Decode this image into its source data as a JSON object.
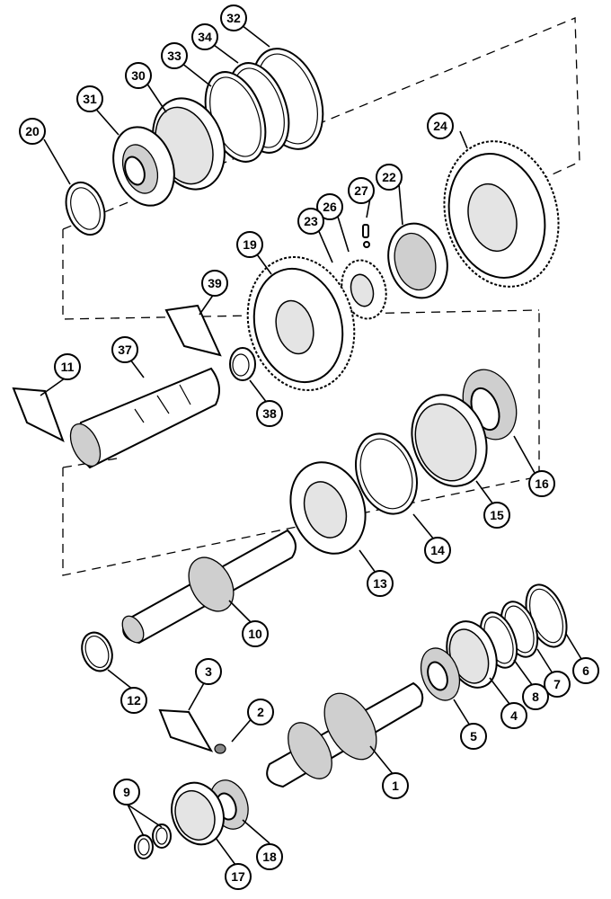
{
  "diagram": {
    "callouts": [
      {
        "id": "1",
        "label": "1"
      },
      {
        "id": "2",
        "label": "2"
      },
      {
        "id": "3",
        "label": "3"
      },
      {
        "id": "4",
        "label": "4"
      },
      {
        "id": "5",
        "label": "5"
      },
      {
        "id": "6",
        "label": "6"
      },
      {
        "id": "7",
        "label": "7"
      },
      {
        "id": "8",
        "label": "8"
      },
      {
        "id": "9",
        "label": "9"
      },
      {
        "id": "10",
        "label": "10"
      },
      {
        "id": "11",
        "label": "11"
      },
      {
        "id": "12",
        "label": "12"
      },
      {
        "id": "13",
        "label": "13"
      },
      {
        "id": "14",
        "label": "14"
      },
      {
        "id": "15",
        "label": "15"
      },
      {
        "id": "16",
        "label": "16"
      },
      {
        "id": "17",
        "label": "17"
      },
      {
        "id": "18",
        "label": "18"
      },
      {
        "id": "19",
        "label": "19"
      },
      {
        "id": "20",
        "label": "20"
      },
      {
        "id": "22",
        "label": "22"
      },
      {
        "id": "23",
        "label": "23"
      },
      {
        "id": "24",
        "label": "24"
      },
      {
        "id": "26",
        "label": "26"
      },
      {
        "id": "27",
        "label": "27"
      },
      {
        "id": "30",
        "label": "30"
      },
      {
        "id": "31",
        "label": "31"
      },
      {
        "id": "32",
        "label": "32"
      },
      {
        "id": "33",
        "label": "33"
      },
      {
        "id": "34",
        "label": "34"
      },
      {
        "id": "37",
        "label": "37"
      },
      {
        "id": "38",
        "label": "38"
      },
      {
        "id": "39",
        "label": "39"
      }
    ]
  }
}
